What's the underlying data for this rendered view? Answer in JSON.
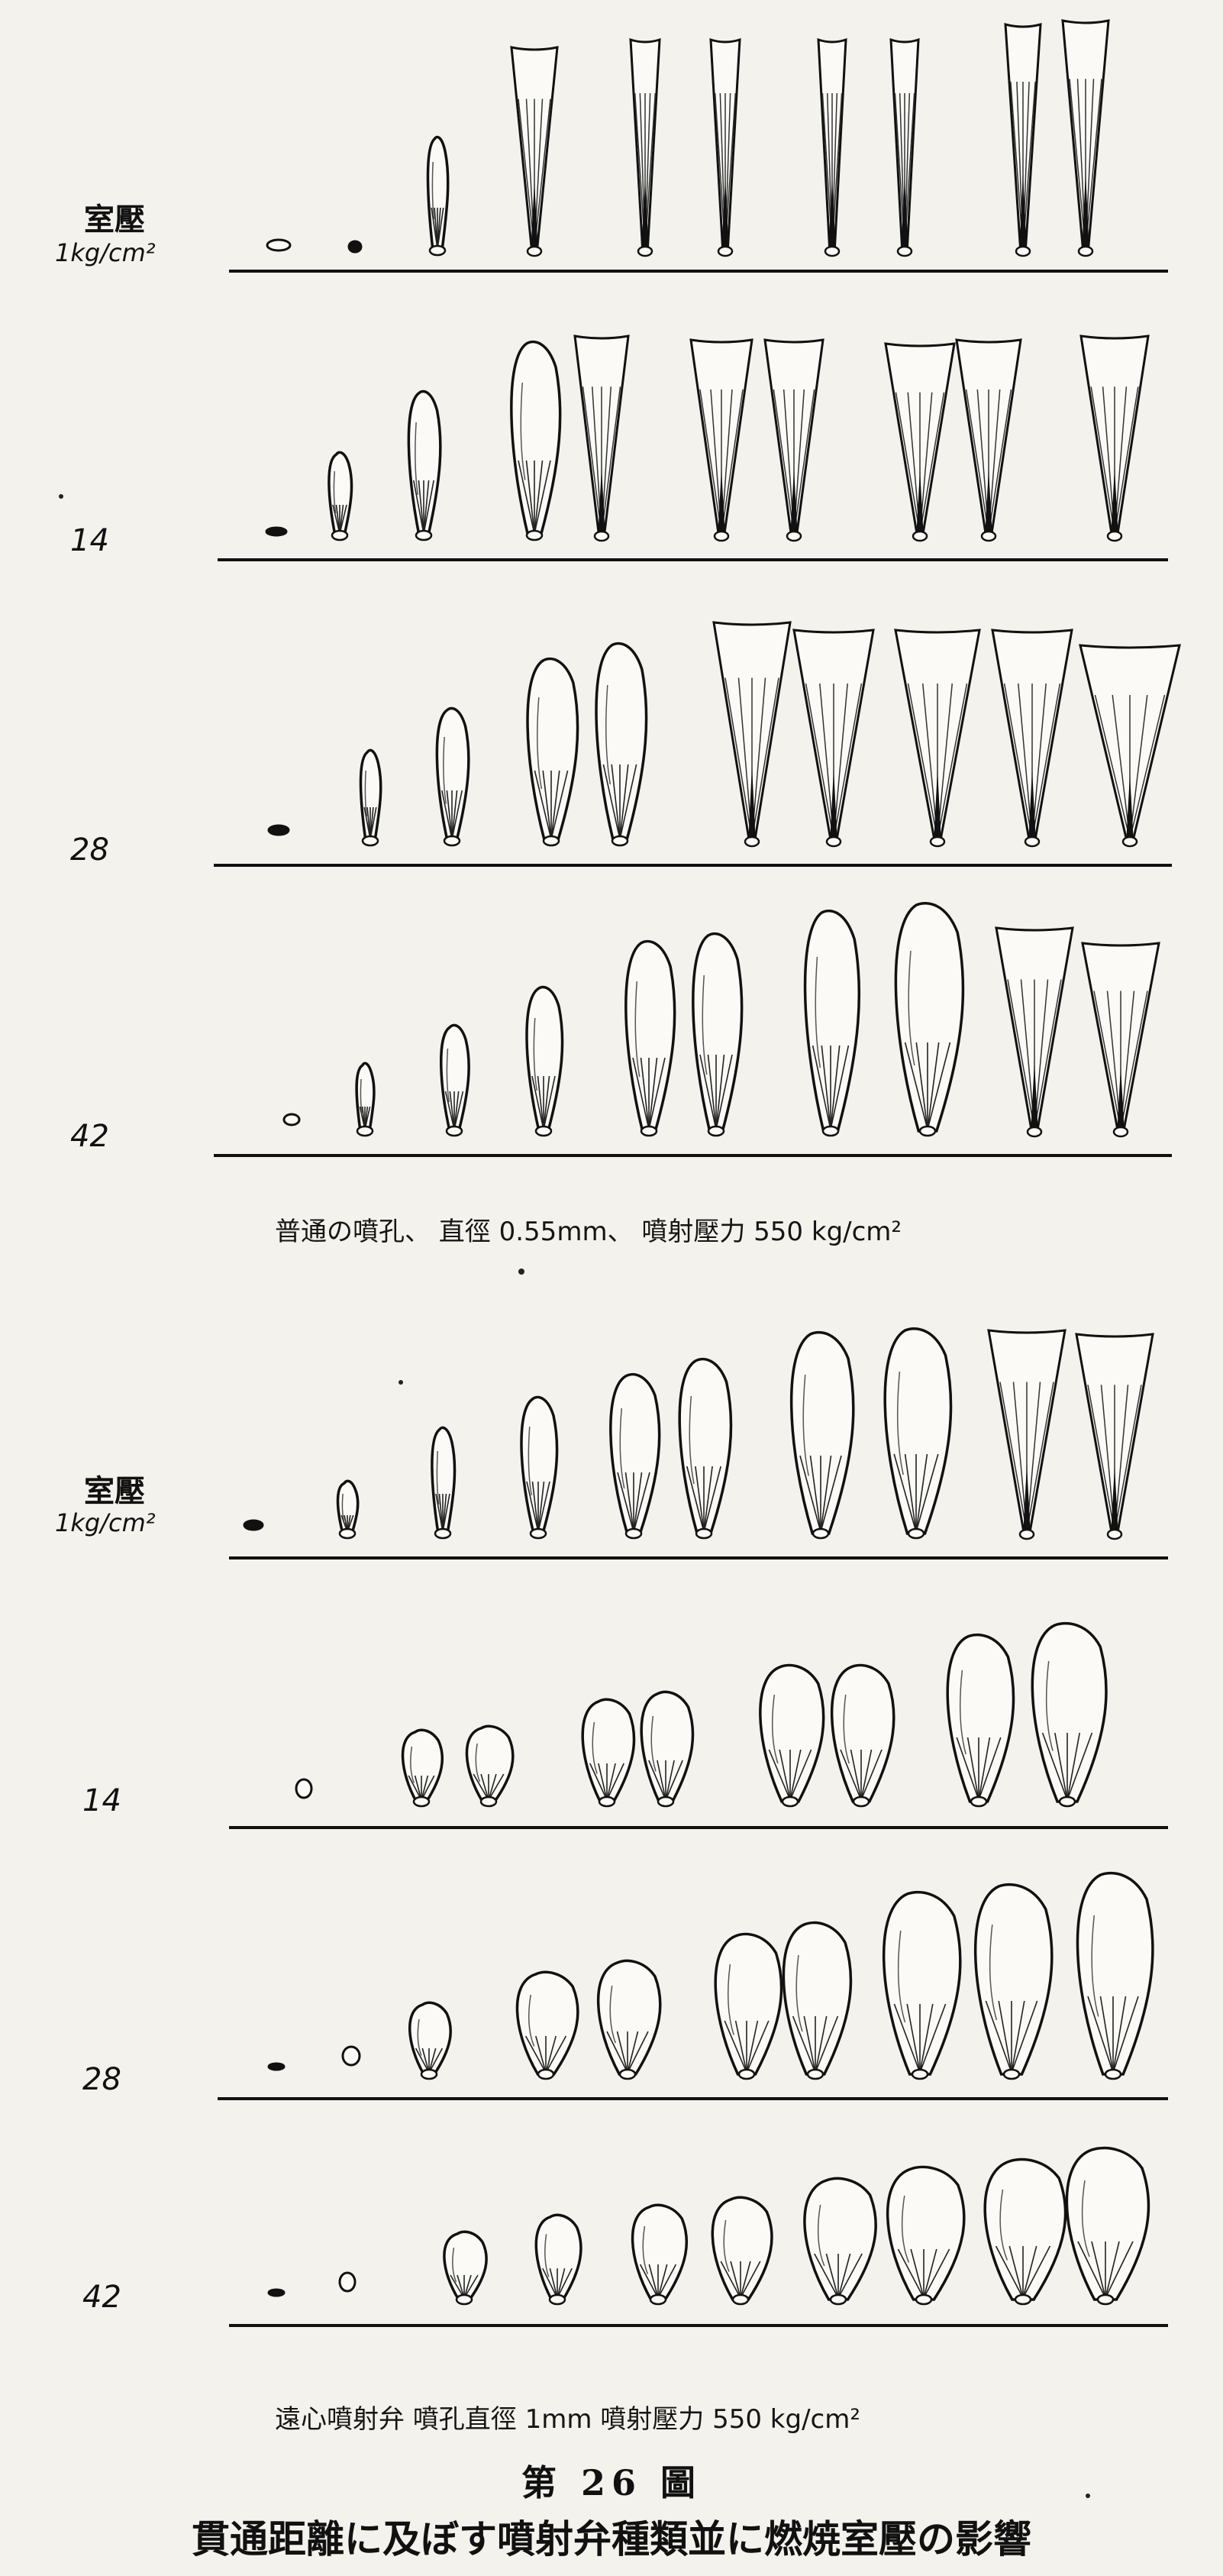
{
  "panel_a": {
    "rows": [
      {
        "label": "室壓",
        "unit": "1kg/cm²"
      },
      {
        "label": "14"
      },
      {
        "label": "28"
      },
      {
        "label": "42"
      }
    ],
    "caption": "普通の噴孔、 直徑 0.55mm、 噴射壓力 550 kg/cm²"
  },
  "panel_b": {
    "rows": [
      {
        "label": "室壓",
        "unit": "1kg/cm²"
      },
      {
        "label": "14"
      },
      {
        "label": "28"
      },
      {
        "label": "42"
      }
    ],
    "caption": "遠心噴射弁  噴孔直徑 1mm  噴射壓力 550 kg/cm²"
  },
  "figure": {
    "number": "第 26 圖",
    "title": "貫通距離に及ぼす噴射弁種類並に燃焼室壓の影響"
  }
}
